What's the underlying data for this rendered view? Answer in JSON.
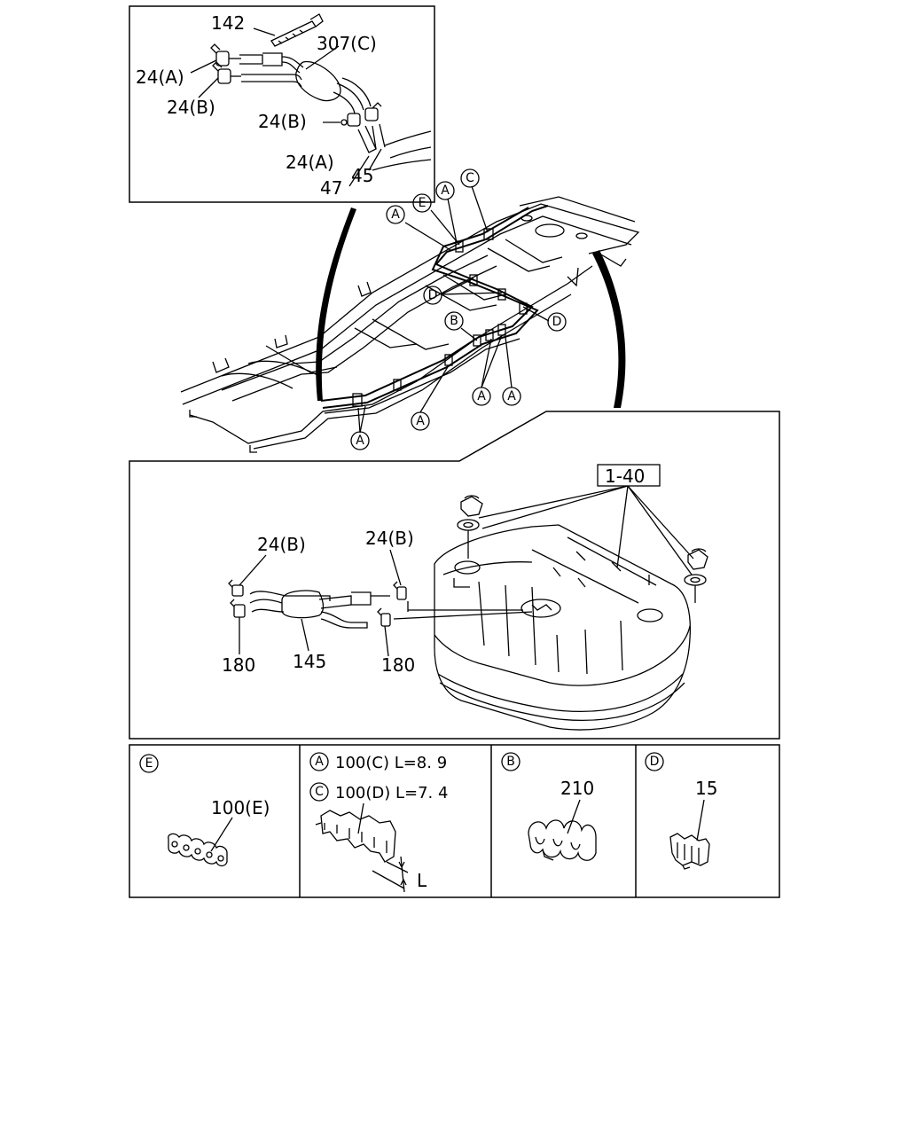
{
  "top_inset": {
    "labels": {
      "p142": "142",
      "p307c": "307(C)",
      "p24a_1": "24(A)",
      "p24b_1": "24(B)",
      "p24b_2": "24(B)",
      "p24a_2": "24(A)",
      "p47": "47",
      "p45": "45"
    }
  },
  "frame_callouts": {
    "a1": "A",
    "e1": "E",
    "a2": "A",
    "c1": "C",
    "d1": "D",
    "d2": "D",
    "b1": "B",
    "a3": "A",
    "a4": "A",
    "a5": "A",
    "a6": "A"
  },
  "tank_inset": {
    "labels": {
      "p1_40": "1-40",
      "p24b_l": "24(B)",
      "p24b_r": "24(B)",
      "p180_l": "180",
      "p145": "145",
      "p180_r": "180"
    }
  },
  "detail_panels": {
    "e": {
      "key": "E",
      "part": "100(E)"
    },
    "ac": {
      "key_a": "A",
      "line_a": "100(C)  L=8. 9",
      "key_c": "C",
      "line_c": "100(D)  L=7. 4",
      "dim": "L"
    },
    "b": {
      "key": "B",
      "part": "210"
    },
    "d": {
      "key": "D",
      "part": "15"
    }
  }
}
